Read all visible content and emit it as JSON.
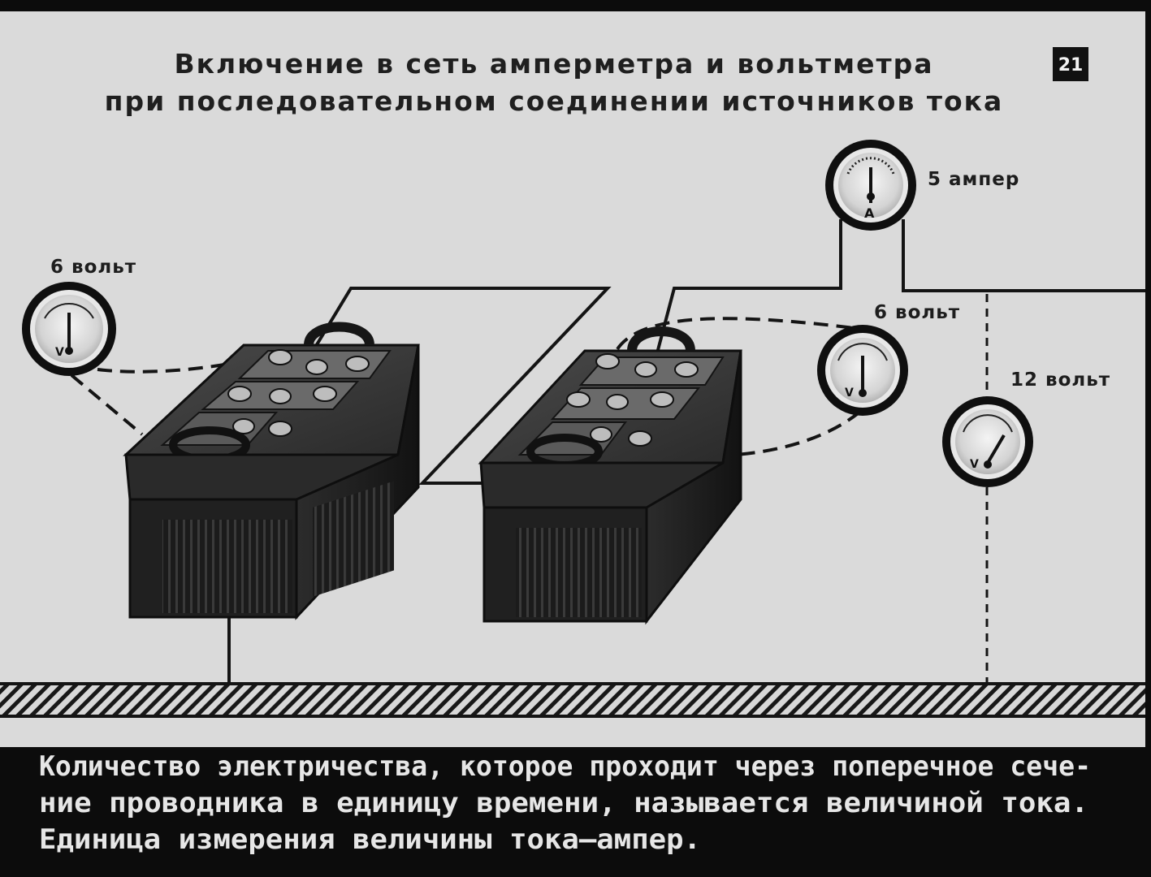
{
  "slide": {
    "number": "21",
    "title_line1": "Включение в сеть амперметра и вольтметра",
    "title_line2": "при последовательном соединении источников тока"
  },
  "meters": {
    "voltmeter_left": {
      "label": "6 вольт",
      "letter": "V"
    },
    "voltmeter_middle": {
      "label": "6 вольт",
      "letter": "V"
    },
    "voltmeter_right": {
      "label": "12 вольт",
      "letter": "V"
    },
    "ammeter": {
      "label": "5 ампер",
      "letter": "A"
    }
  },
  "caption": {
    "line1": "Количество электричества, которое проходит через поперечное сече-",
    "line2": "ние проводника в единицу времени, называется величиной тока.",
    "line3": "Единица измерения величины тока—ампер."
  },
  "colors": {
    "paper": "#dcdcdc",
    "ink": "#141414",
    "frame": "#0c0c0c"
  }
}
